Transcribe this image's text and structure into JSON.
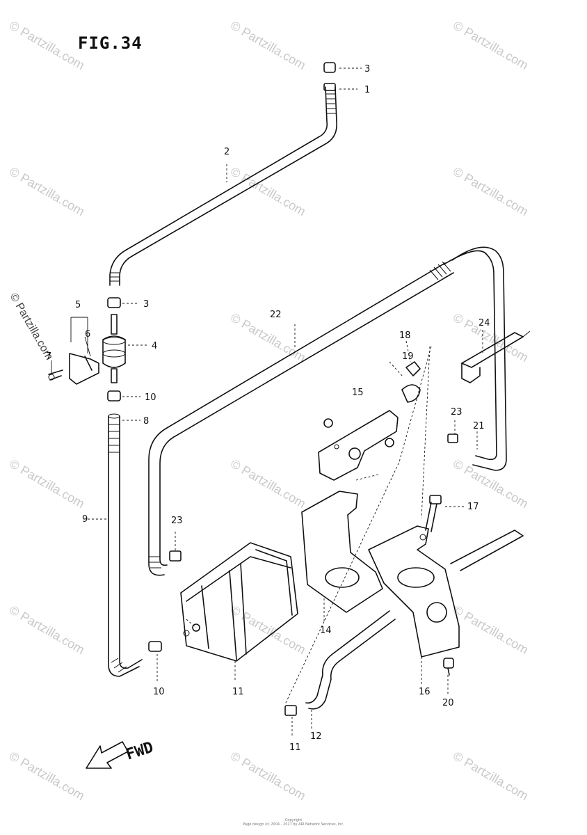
{
  "figure": {
    "title": "FIG.34",
    "direction_label": "FWD"
  },
  "watermark": {
    "text": "© Partzilla.com",
    "vertical_text": "© Partzilla.com"
  },
  "footer": {
    "line1": "Copyright",
    "line2": "Page design (c) 2004 - 2017 by ARI Network Services, Inc."
  },
  "callouts": [
    "1",
    "2",
    "3",
    "3",
    "4",
    "5",
    "6",
    "7",
    "8",
    "9",
    "10",
    "10",
    "11",
    "11",
    "12",
    "14",
    "15",
    "16",
    "17",
    "18",
    "19",
    "20",
    "21",
    "22",
    "23",
    "23",
    "24"
  ]
}
